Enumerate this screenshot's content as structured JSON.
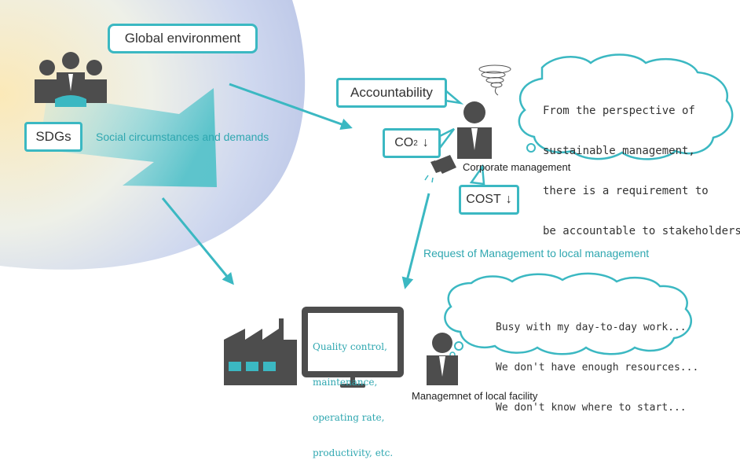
{
  "labels": {
    "global_environment": "Global environment",
    "sdgs": "SDGs",
    "social_circumstances": "Social circumstances and demands",
    "accountability": "Accountability",
    "co2": "CO",
    "co2_sub": "2",
    "co2_arrow": "↓",
    "cost": "COST",
    "cost_arrow": "↓",
    "corporate_management": "Corporate management",
    "request": "Request of Management to local management",
    "local_facility": "Managemnet of local facility"
  },
  "corporate_cloud": {
    "lines": [
      "From the perspective of",
      "sustainable management,",
      "there is a requirement to",
      "be accountable to stakeholders."
    ]
  },
  "local_cloud": {
    "lines": [
      "Busy with my day-to-day work...",
      "We don't have enough resources...",
      "We don't know where to start..."
    ]
  },
  "monitor": {
    "lines": [
      "Quality control,",
      "maintenance,",
      "operating rate,",
      "productivity, etc."
    ]
  },
  "colors": {
    "teal": "#3bb8c2",
    "icon_gray": "#4d4d4d",
    "text_teal": "#2fa7b0"
  },
  "icons": [
    "people-group-icon",
    "business-person-icon",
    "factory-icon",
    "monitor-icon",
    "megaphone-icon",
    "tornado-icon"
  ]
}
